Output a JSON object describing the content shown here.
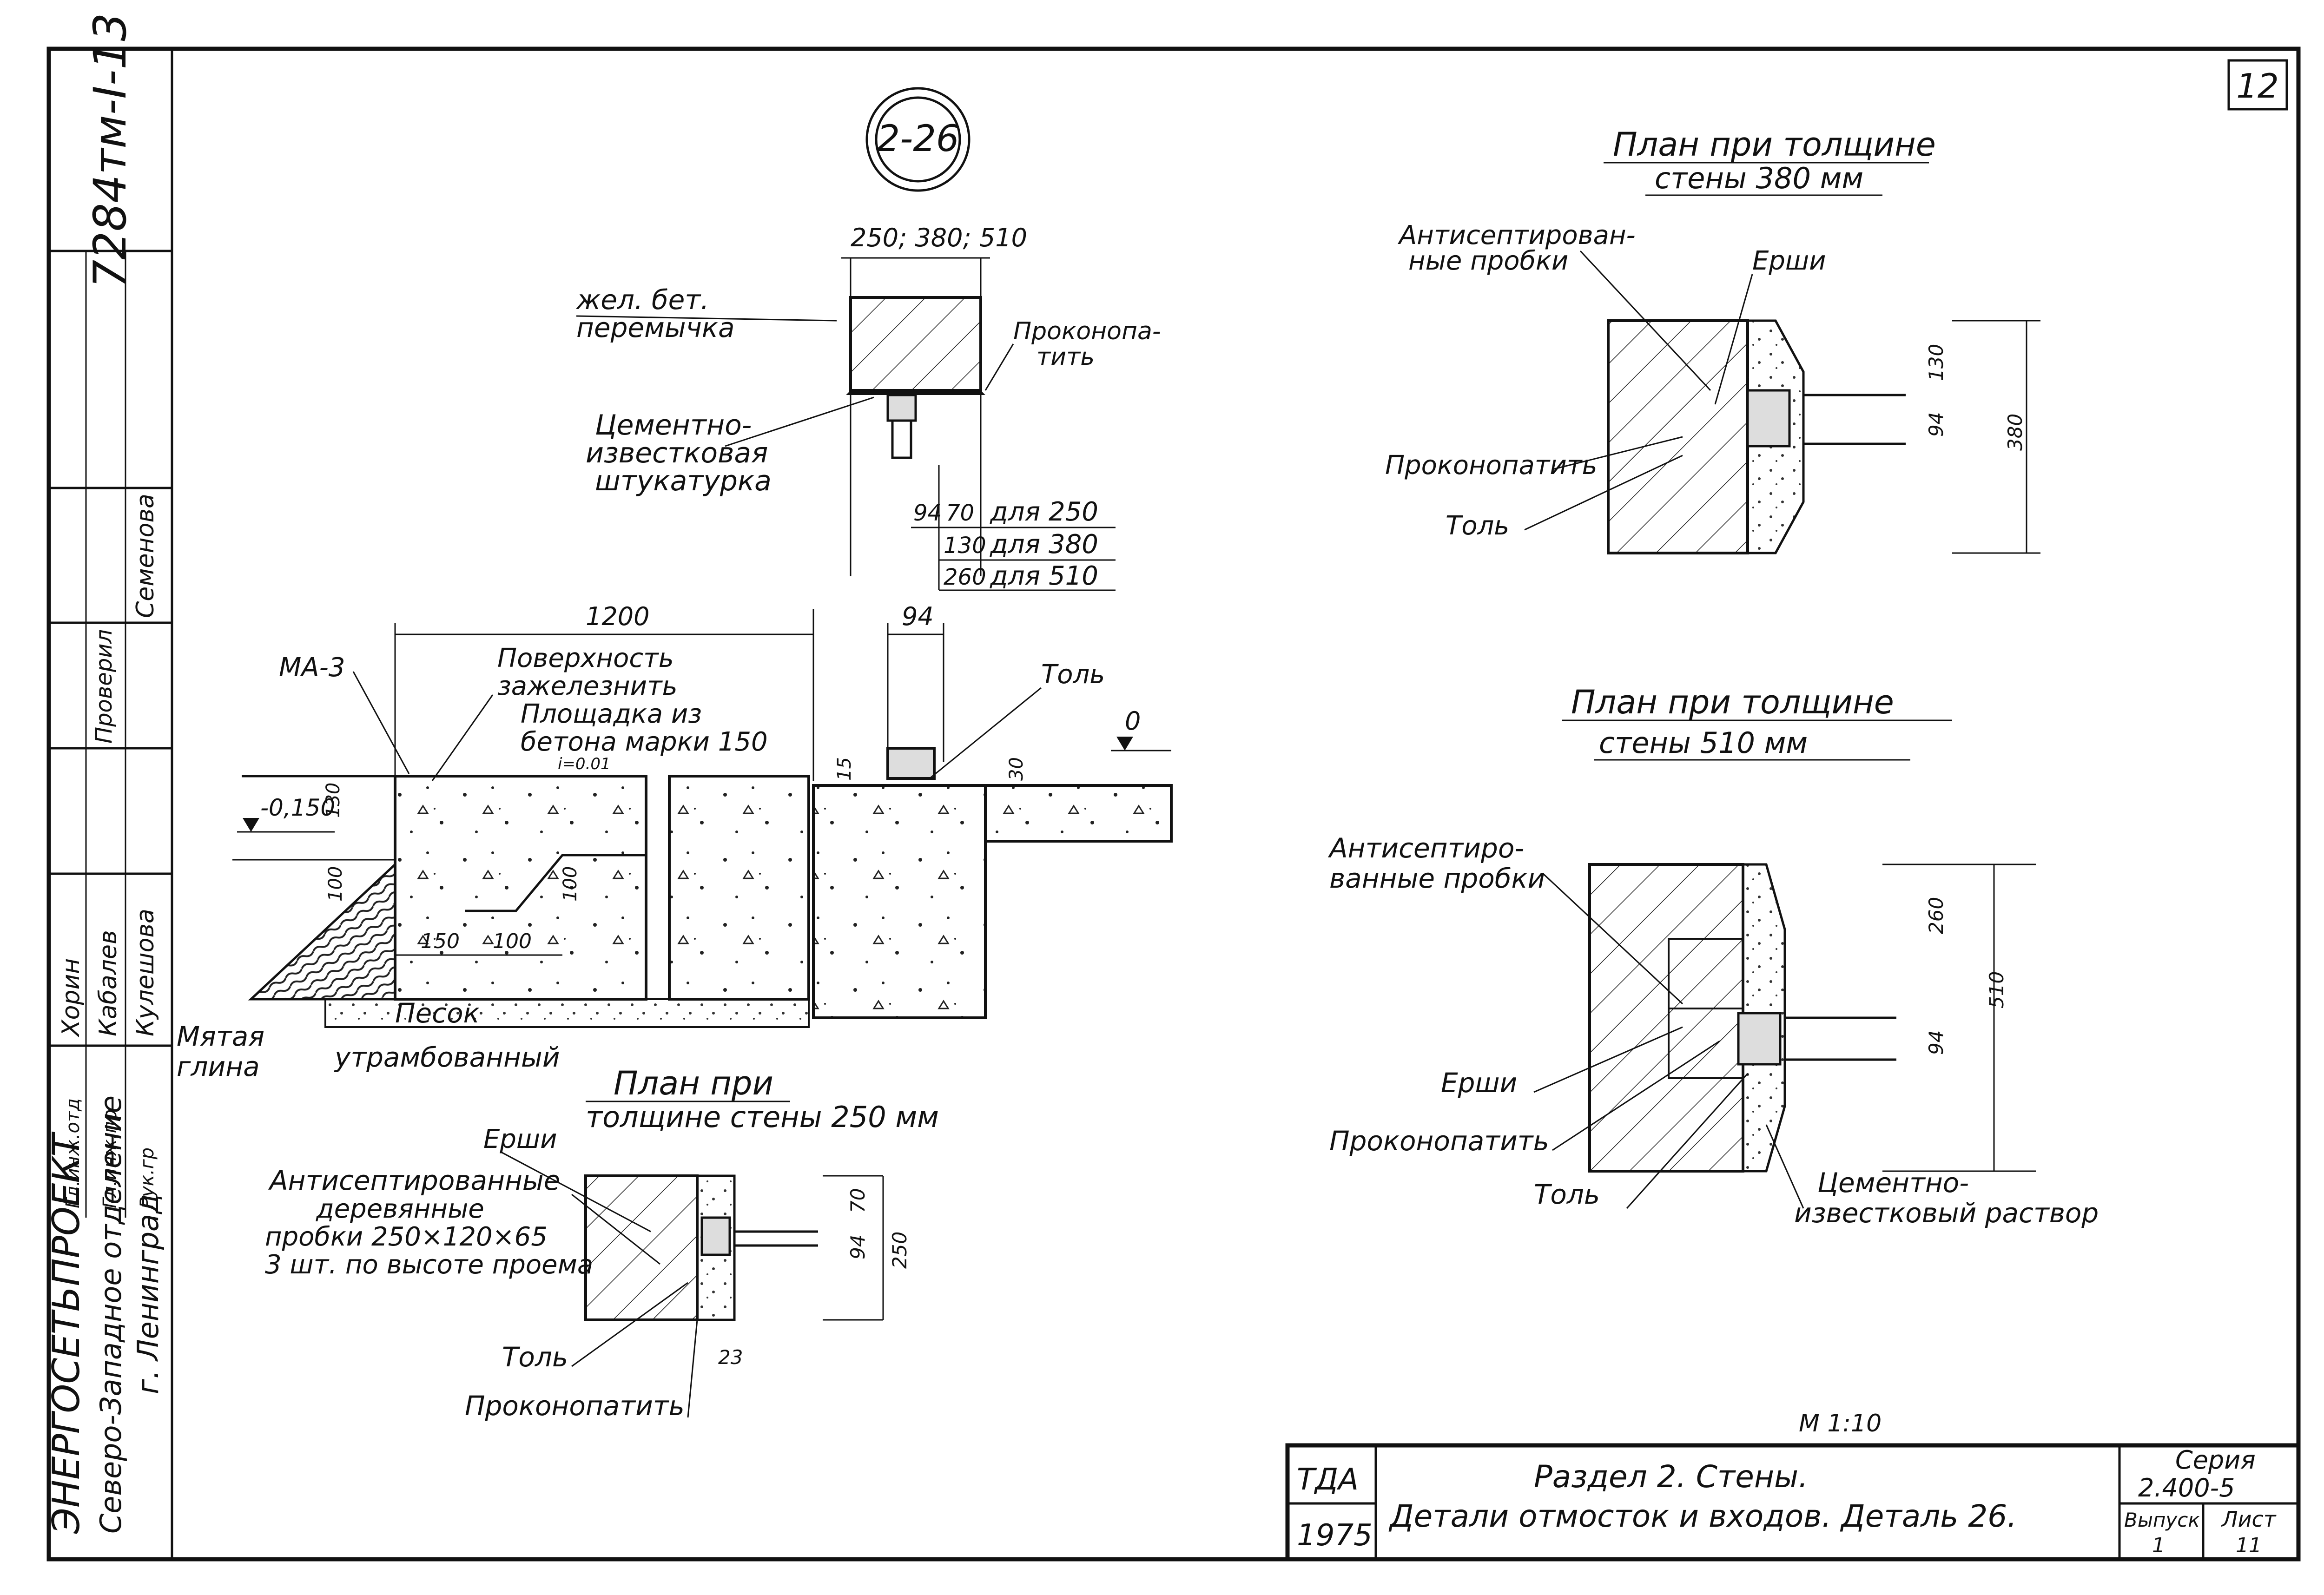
{
  "sheet_number": "12",
  "side_stamp": {
    "doc_code": "7284тм-I-13",
    "org_line1": "ЭНЕРГОСЕТЬПРОЕКТ",
    "org_line2": "Северо-Западное отделение",
    "org_line3": "г. Ленинград",
    "roles": [
      "Гл.инж.отд",
      "Гл.инж.пр",
      "Рук.гр",
      "Проверил"
    ],
    "names": [
      "Хорин",
      "Кабалев",
      "Кулешова",
      "Семенова"
    ]
  },
  "detail_marker": "2-26",
  "lintel_detail": {
    "dim_top": "250; 380; 510",
    "label_lintel_1": "жел. бет.",
    "label_lintel_2": "перемычка",
    "label_caulk_1": "Проконопа-",
    "label_caulk_2": "тить",
    "label_plaster_1": "Цементно-",
    "label_plaster_2": "известковая",
    "label_plaster_3": "штукатурка",
    "dims": [
      {
        "a": "94",
        "b": "70",
        "for": "для 250"
      },
      {
        "a": "",
        "b": "130",
        "for": "для 380"
      },
      {
        "a": "",
        "b": "260",
        "for": "для 510"
      }
    ]
  },
  "section": {
    "dim_1200": "1200",
    "dim_94": "94",
    "label_ma3": "МА-3",
    "label_surface_1": "Поверхность",
    "label_surface_2": "зажелезнить",
    "label_platform_1": "Площадка из",
    "label_platform_2": "бетона марки 150",
    "slope": "i=0.01",
    "label_tol": "Толь",
    "level_0": "0",
    "level_minus": "-0,150",
    "dim_130": "130",
    "dim_100a": "100",
    "dim_100b": "100",
    "dim_15": "15",
    "dim_30": "30",
    "dim_150": "150",
    "dim_100c": "100",
    "label_clay_1": "Мятая",
    "label_clay_2": "глина",
    "label_sand_1": "Песок",
    "label_sand_2": "утрамбованный"
  },
  "plan250": {
    "title_1": "План при",
    "title_2": "толщине стены 250 мм",
    "label_ershi": "Ерши",
    "label_plugs_1": "Антисептированные",
    "label_plugs_2": "деревянные",
    "label_plugs_3": "пробки 250×120×65",
    "label_plugs_4": "3 шт. по высоте проема",
    "label_tol": "Толь",
    "label_caulk": "Проконопатить",
    "dim_70": "70",
    "dim_94": "94",
    "dim_250": "250",
    "dim_23": "23"
  },
  "plan380": {
    "title_1": "План при толщине",
    "title_2": "стены 380 мм",
    "label_plugs_1": "Антисептирован-",
    "label_plugs_2": "ные пробки",
    "label_ershi": "Ерши",
    "label_caulk": "Проконопатить",
    "label_tol": "Толь",
    "dim_130": "130",
    "dim_94": "94",
    "dim_380": "380"
  },
  "plan510": {
    "title_1": "План при толщине",
    "title_2": "стены 510 мм",
    "label_plugs_1": "Антисептиро-",
    "label_plugs_2": "ванные пробки",
    "label_ershi": "Ерши",
    "label_caulk": "Проконопатить",
    "label_tol": "Толь",
    "label_mortar_1": "Цементно-",
    "label_mortar_2": "известковый раствор",
    "dim_260": "260",
    "dim_94": "94",
    "dim_510": "510"
  },
  "scale": "М 1:10",
  "title_block": {
    "org": "ТДА",
    "year": "1975",
    "line1": "Раздел 2. Стены.",
    "line2": "Детали отмосток и входов. Деталь 26.",
    "series_label": "Серия",
    "series_value": "2.400-5",
    "issue_label": "Выпуск",
    "issue_value": "1",
    "sheet_label": "Лист",
    "sheet_value": "11"
  }
}
